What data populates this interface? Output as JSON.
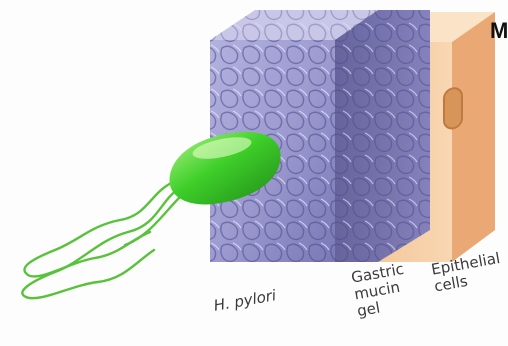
{
  "labels": {
    "h_pylori": "H. pylori",
    "gastric_mucin_gel": [
      "Gastric",
      "mucin",
      "gel"
    ],
    "epithelial_cells": [
      "Epithelial",
      "cells"
    ]
  },
  "corner_letter": "M",
  "colors": {
    "bacterium": "#3fcf2a",
    "flagella": "#58c23a",
    "mucin_front": "#8e8cc4",
    "mucin_side": "#6b6aa9",
    "mucin_top": "#c3c1e3",
    "epithelium_front": "#f6c99a",
    "epithelium_top": "#fbe3c8",
    "nucleus": "#d7955a"
  }
}
